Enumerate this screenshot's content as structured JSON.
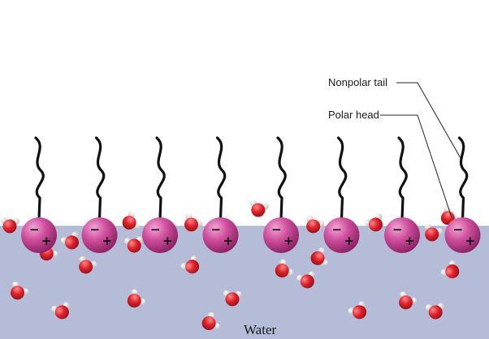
{
  "labels": {
    "tail": "Nonpolar tail",
    "head": "Polar head",
    "water": "Water"
  },
  "charges": {
    "negative": "−",
    "positive": "+"
  },
  "surfactant_count": 8,
  "colors": {
    "water": "#b4bcd8",
    "head": "#c23b8c",
    "tail": "#111111",
    "oxygen": "#e0232c",
    "hydrogen": "#eeeeee"
  }
}
